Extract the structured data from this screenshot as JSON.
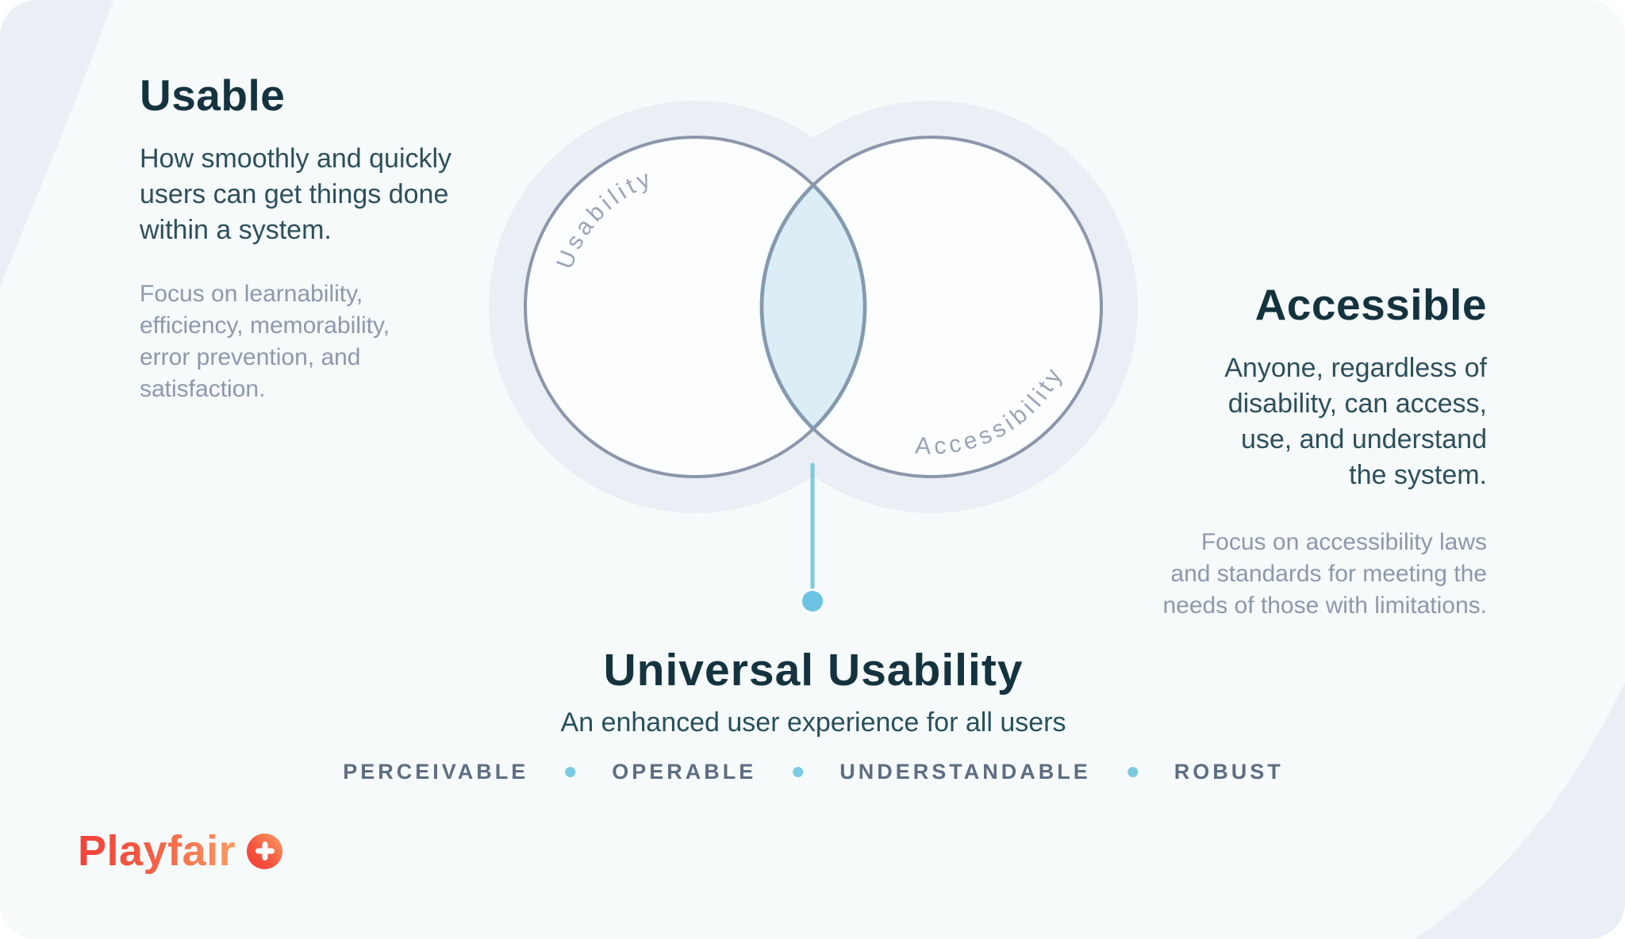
{
  "left_panel": {
    "title": "Usable",
    "body": "How smoothly and quickly\nusers can get things done\nwithin a system.",
    "note": "Focus on learnability,\nefficiency, memorability,\nerror prevention, and\nsatisfaction."
  },
  "right_panel": {
    "title": "Accessible",
    "body": "Anyone, regardless of\ndisability, can access,\nuse, and understand\nthe system.",
    "note": "Focus on accessibility laws\nand standards for meeting the\nneeds of those with limitations."
  },
  "venn": {
    "left_label": "Usability",
    "right_label": "Accessibility"
  },
  "center": {
    "title": "Universal Usability",
    "subtitle": "An enhanced user experience for all users"
  },
  "principles": [
    "PERCEIVABLE",
    "OPERABLE",
    "UNDERSTANDABLE",
    "ROBUST"
  ],
  "logo": {
    "text": "Playfair"
  },
  "colors": {
    "card_background": "#f6fafb",
    "decor_tint": "#e9eff4",
    "heading_teal": "#14333f",
    "body_teal": "#2d4f5b",
    "muted_gray": "#8e98ab",
    "circle_stroke": "#8c96ab",
    "arc_label_gray": "#9aa4b6",
    "overlap_fill": "#ddedf5",
    "overlap_stroke": "#74c4dd",
    "accent_blue": "#7cc9e2",
    "principle_gray": "#5e6d82",
    "logo_red": "#f2423a",
    "logo_orange": "#f89a62"
  }
}
